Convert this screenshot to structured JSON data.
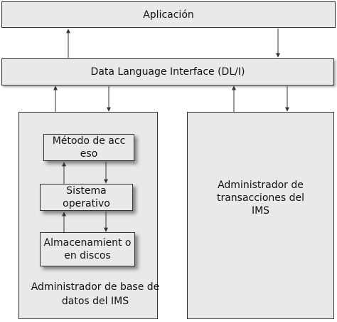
{
  "aplicacion": "Aplicación",
  "dli": "Data Language Interface (DL/I)",
  "db_manager": {
    "label": "Administrador de base de datos del IMS",
    "metodo_acceso": "Método de acc eso",
    "sistema_operativo": "Sistema operativo",
    "almacenamiento": "Almacenamient o en discos"
  },
  "ims_transaction_manager": "Administrador de transacciones del IMS"
}
